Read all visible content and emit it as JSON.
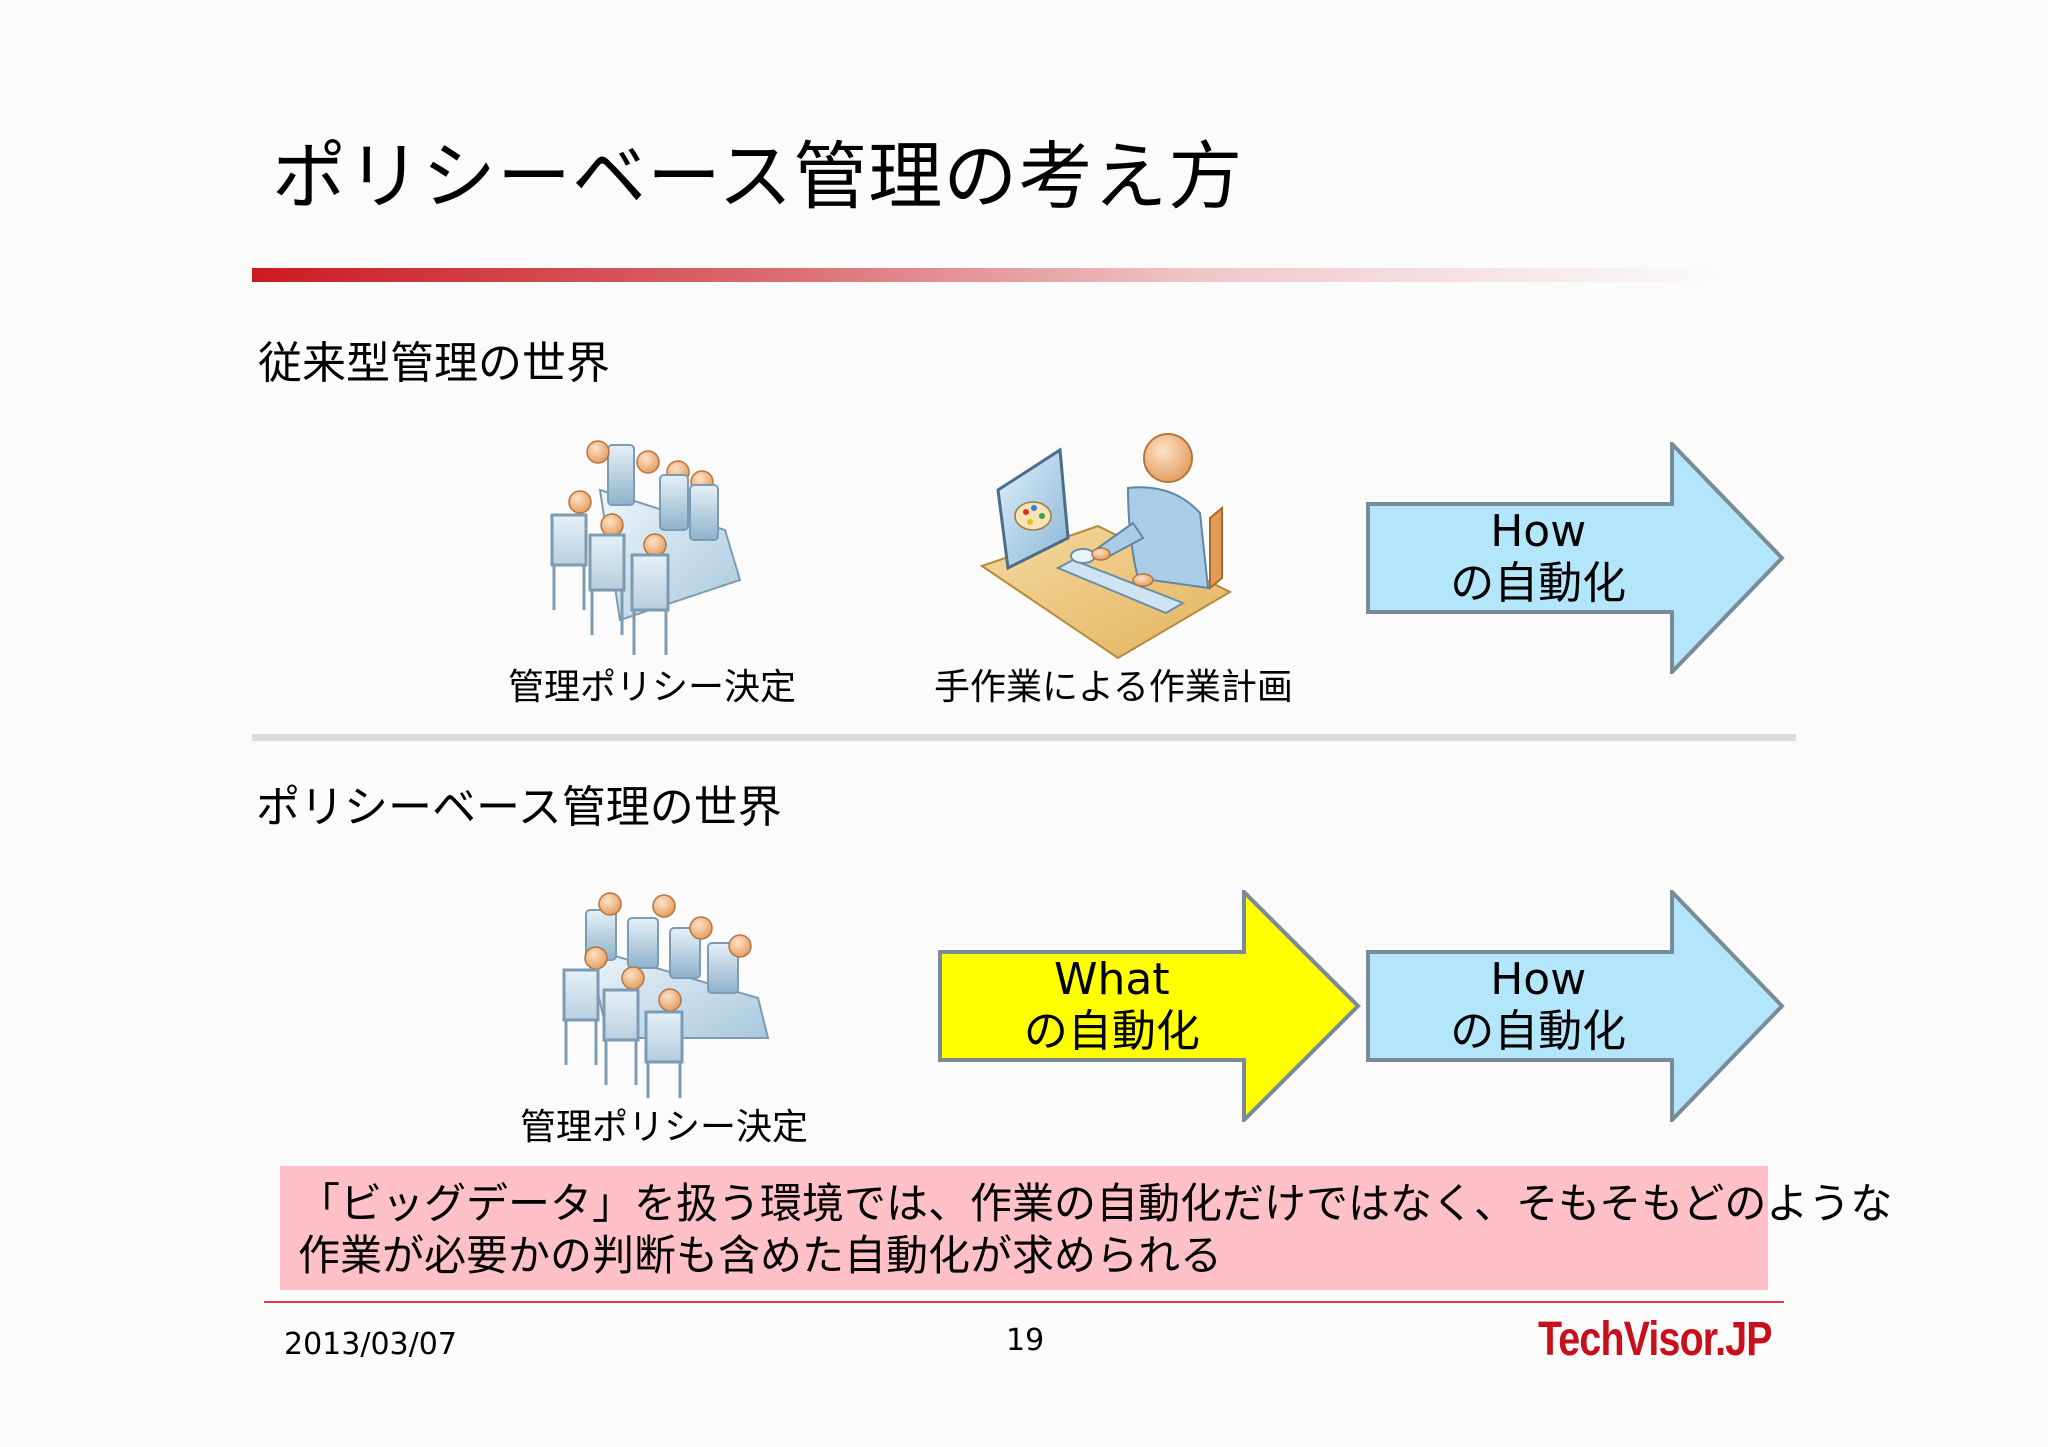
{
  "slide": {
    "title": "ポリシーベース管理の考え方"
  },
  "traditional": {
    "heading": "従来型管理の世界",
    "meeting_caption": "管理ポリシー決定",
    "manual_caption": "手作業による作業計画",
    "how_arrow": {
      "line1": "How",
      "line2": "の自動化",
      "fill": "#b3e6fa"
    }
  },
  "policy_based": {
    "heading": "ポリシーベース管理の世界",
    "meeting_caption": "管理ポリシー決定",
    "what_arrow": {
      "line1": "What",
      "line2": "の自動化",
      "fill": "#ffff00"
    },
    "how_arrow": {
      "line1": "How",
      "line2": "の自動化",
      "fill": "#b3e6fa"
    }
  },
  "note": {
    "line1": "「ビッグデータ」を扱う環境では、作業の自動化だけではなく、そもそもどのような",
    "line2": "作業が必要かの判断も含めた自動化が求められる",
    "background": "#ffc1c7"
  },
  "footer": {
    "date": "2013/03/07",
    "page_number": "19",
    "logo_text": "TechVisor.JP"
  },
  "colors": {
    "accent_red": "#cc1a22",
    "arrow_stroke": "#7a8a96"
  }
}
